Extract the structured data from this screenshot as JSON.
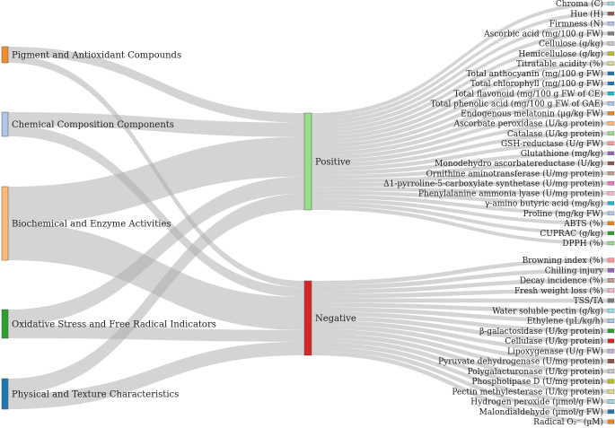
{
  "categories": [
    {
      "label": "Pigment and Antioxidant Compounds",
      "color": "#f28e2b"
    },
    {
      "label": "Chemical Composition Components",
      "color": "#aec7e8"
    },
    {
      "label": "Biochemical and Enzyme Activities",
      "color": "#ffbb78"
    },
    {
      "label": "Oxidative Stress and Free Radical Indicators",
      "color": "#2ca02c"
    },
    {
      "label": "Physical and Texture Characteristics",
      "color": "#1f77b4"
    }
  ],
  "effects": [
    {
      "label": "Positive",
      "color": "#98df8a"
    },
    {
      "label": "Negative",
      "color": "#d62728"
    }
  ],
  "positive_items": [
    {
      "label": "Chroma (C)",
      "color": "#9edae5"
    },
    {
      "label": "Hue (H)",
      "color": "#8c564b"
    },
    {
      "label": "Firmness (N)",
      "color": "#aec7e8"
    },
    {
      "label": "Ascorbic acid (mg/100 g FW)",
      "color": "#7f7f7f"
    },
    {
      "label": "Cellulose (g/kg)",
      "color": "#c7c7c7"
    },
    {
      "label": "Hemicellulose (g/kg)",
      "color": "#bcbd22"
    },
    {
      "label": "Titratable acidity (%)",
      "color": "#dbdb8d"
    },
    {
      "label": "Total anthocyanin (mg/100 g FW)",
      "color": "#1f77b4"
    },
    {
      "label": "Total chlorophyll (mg/100 g FW)",
      "color": "#1f77b4"
    },
    {
      "label": "Total flavonoid (mg/100 g FW of CE)",
      "color": "#17becf"
    },
    {
      "label": "Total phenolic acid (mg/100 g FW of GAE)",
      "color": "#aec7e8"
    },
    {
      "label": "Endogenous melatonin (µg/kg FW)",
      "color": "#ff7f0e"
    },
    {
      "label": "Ascorbate peroxidase (U/kg protein)",
      "color": "#ffbb78"
    },
    {
      "label": "Catalase (U/kg protein)",
      "color": "#98df8a"
    },
    {
      "label": "GSH-reductase (U/g FW)",
      "color": "#ff9896"
    },
    {
      "label": "Glutathione (mg/kg)",
      "color": "#9467bd"
    },
    {
      "label": "Monodehydro ascorbatereductase (U/kg)",
      "color": "#8c564b"
    },
    {
      "label": "Ornithine aminotransferase (U/mg protein)",
      "color": "#c49c94"
    },
    {
      "label": "Δ1-pyrroline-5-carboxylate synthetase (U/mg protein)",
      "color": "#e377c2"
    },
    {
      "label": "Phenylalanine ammonia lyase (U/mg protein)",
      "color": "#f7b6d2"
    },
    {
      "label": "γ-amino butyric acid (mg/kg)",
      "color": "#17becf"
    },
    {
      "label": "Proline (mg/kg FW)",
      "color": "#aec7e8"
    },
    {
      "label": "ABTS (%)",
      "color": "#ff7f0e"
    },
    {
      "label": "CUPRAC (g/kg)",
      "color": "#2ca02c"
    },
    {
      "label": "DPPH (%)",
      "color": "#98df8a"
    }
  ],
  "negative_items": [
    {
      "label": "Browning index (%)",
      "color": "#ff9896"
    },
    {
      "label": "Chilling injury",
      "color": "#9467bd"
    },
    {
      "label": "Decay incidence (%)",
      "color": "#c49c94"
    },
    {
      "label": "Fresh weight loss (%)",
      "color": "#f7b6d2"
    },
    {
      "label": "TSS/TA",
      "color": "#7f7f7f"
    },
    {
      "label": "Water soluble pectin (g/kg)",
      "color": "#9edae5"
    },
    {
      "label": "Ethylene (µL/kg/h)",
      "color": "#aec7e8"
    },
    {
      "label": "β-galactosidase (U/kg protein)",
      "color": "#2ca02c"
    },
    {
      "label": "Cellulase (U/kg protein)",
      "color": "#d62728"
    },
    {
      "label": "Lipoxygenase (U/g FW)",
      "color": "#c5b0d5"
    },
    {
      "label": "Pyruvate dehydrogenase (U/mg protein)",
      "color": "#8c564b"
    },
    {
      "label": "Polygalacturonase (U/kg protein)",
      "color": "#c7c7c7"
    },
    {
      "label": "Phospholipase D (U/mg protein)",
      "color": "#bcbd22"
    },
    {
      "label": "Pectin methylesterase (U/kg protein)",
      "color": "#dbdb8d"
    },
    {
      "label": "Hydrogen peroxide (µmol/g FW)",
      "color": "#9edae5"
    },
    {
      "label": "Malondialdehyde (µmol/g FW)",
      "color": "#1f77b4"
    },
    {
      "label": "Radical O₂⁻ (µM)",
      "color": "#ff7f0e"
    }
  ],
  "link_color": "#a9a9a9"
}
